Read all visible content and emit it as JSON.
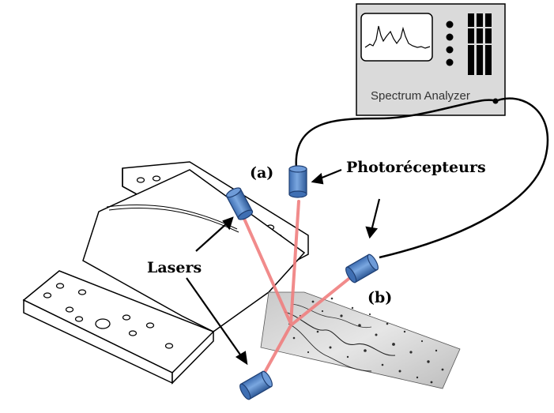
{
  "labels": {
    "analyzer": "Spectrum Analyzer",
    "photoreceptors": "Photorécepteurs",
    "lasers": "Lasers",
    "a": "(a)",
    "b": "(b)"
  },
  "colors": {
    "sensor_fill": "#5b8fd1",
    "sensor_stroke": "#1f3f73",
    "beam": "#f07f7f",
    "analyzer_panel": "#dadada",
    "line": "#000000"
  }
}
